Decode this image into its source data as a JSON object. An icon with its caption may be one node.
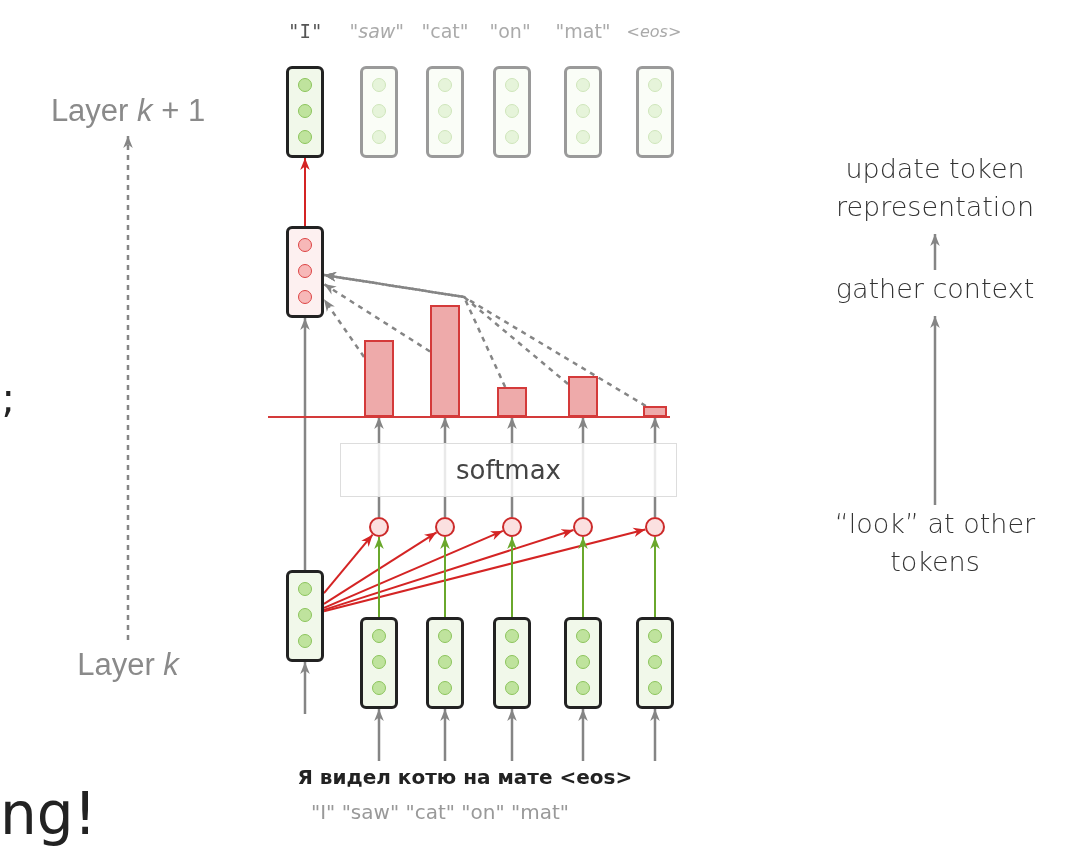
{
  "diagram": {
    "nodes": [
      {
        "text": [],
        "shape": "box"
      },
      {
        "text": [],
        "shape": "box"
      },
      {
        "text": [],
        "shape": "box"
      },
      {
        "text": [],
        "shape": "box"
      },
      {
        "text": [],
        "shape": "box"
      },
      {
        "text": [],
        "shape": "box"
      },
      {
        "text": [],
        "shape": "box"
      },
      {
        "text": [
          "softmax"
        ]
      },
      {
        "text": [],
        "shape": "circle"
      },
      {
        "text": [],
        "shape": "circle"
      },
      {
        "text": [],
        "shape": "circle"
      },
      {
        "text": [],
        "shape": "circle"
      },
      {
        "text": [],
        "shape": "circle"
      },
      {
        "text": [],
        "shape": "bar"
      },
      {
        "text": [],
        "shape": "bar"
      },
      {
        "text": [],
        "shape": "bar"
      },
      {
        "text": [],
        "shape": "bar"
      },
      {
        "text": [],
        "shape": "bar"
      },
      {
        "text": [],
        "shape": "box"
      },
      {
        "text": [],
        "shape": "box"
      },
      {
        "text": [],
        "shape": "box"
      },
      {
        "text": [],
        "shape": "box"
      },
      {
        "text": [],
        "shape": "box"
      },
      {
        "text": [],
        "shape": "box"
      },
      {
        "text": [
          "update token representation"
        ]
      },
      {
        "text": [
          "gather context"
        ]
      },
      {
        "text": [
          "“look” at other tokens"
        ]
      },
      {
        "text": [
          "Layer *k* + 1"
        ]
      },
      {
        "text": [
          "Layer *k*"
        ]
      }
    ],
    "edges": [
      {
        "from": 6,
        "to": 0,
        "arrow": "to",
        "color": "#d42424"
      },
      {
        "from": 18,
        "to": 6,
        "arrow": "to"
      },
      {
        "from": 18,
        "to": 8,
        "arrow": "to",
        "color": "#d42424"
      },
      {
        "from": 18,
        "to": 9,
        "arrow": "to",
        "color": "#d42424"
      },
      {
        "from": 18,
        "to": 10,
        "arrow": "to",
        "color": "#d42424"
      },
      {
        "from": 18,
        "to": 11,
        "arrow": "to",
        "color": "#d42424"
      },
      {
        "from": 18,
        "to": 12,
        "arrow": "to",
        "color": "#d42424"
      },
      {
        "from": 19,
        "to": 8,
        "arrow": "to",
        "color": "#6aa82c"
      },
      {
        "from": 20,
        "to": 9,
        "arrow": "to",
        "color": "#6aa82c"
      },
      {
        "from": 21,
        "to": 10,
        "arrow": "to",
        "color": "#6aa82c"
      },
      {
        "from": 22,
        "to": 11,
        "arrow": "to",
        "color": "#6aa82c"
      },
      {
        "from": 23,
        "to": 12,
        "arrow": "to",
        "color": "#6aa82c"
      },
      {
        "from": 8,
        "to": 7,
        "arrow": "none"
      },
      {
        "from": 9,
        "to": 7,
        "arrow": "none"
      },
      {
        "from": 10,
        "to": 7,
        "arrow": "none"
      },
      {
        "from": 11,
        "to": 7,
        "arrow": "none"
      },
      {
        "from": 12,
        "to": 7,
        "arrow": "none"
      },
      {
        "from": 7,
        "to": 13,
        "arrow": "to"
      },
      {
        "from": 7,
        "to": 14,
        "arrow": "to"
      },
      {
        "from": 7,
        "to": 15,
        "arrow": "to"
      },
      {
        "from": 7,
        "to": 16,
        "arrow": "to"
      },
      {
        "from": 7,
        "to": 17,
        "arrow": "to"
      },
      {
        "from": 13,
        "to": 6,
        "arrow": "to",
        "style": "dashed"
      },
      {
        "from": 14,
        "to": 6,
        "arrow": "to",
        "style": "dashed"
      },
      {
        "from": 15,
        "to": 6,
        "arrow": "to",
        "style": "dashed"
      },
      {
        "from": 16,
        "to": 6,
        "arrow": "to",
        "style": "dashed"
      },
      {
        "from": 17,
        "to": 6,
        "arrow": "to",
        "style": "dashed"
      },
      {
        "from": null,
        "to": 18,
        "arrow": "to"
      },
      {
        "from": null,
        "to": 19,
        "arrow": "to"
      },
      {
        "from": null,
        "to": 20,
        "arrow": "to"
      },
      {
        "from": null,
        "to": 21,
        "arrow": "to"
      },
      {
        "from": null,
        "to": 22,
        "arrow": "to"
      },
      {
        "from": null,
        "to": 23,
        "arrow": "to"
      },
      {
        "from": 26,
        "to": 25,
        "arrow": "to"
      },
      {
        "from": 25,
        "to": 24,
        "arrow": "to"
      },
      {
        "from": 28,
        "to": 27,
        "arrow": "to",
        "style": "dashed"
      }
    ],
    "labels": [
      "\"I\"",
      "\"saw\"",
      "\"cat\"",
      "\"on\"",
      "\"mat\"",
      "<eos>",
      ";",
      "Я видел котю на мате <eos>",
      "ng!",
      "\"I\" \"saw\" \"cat\" \"on\" \"mat\""
    ]
  }
}
